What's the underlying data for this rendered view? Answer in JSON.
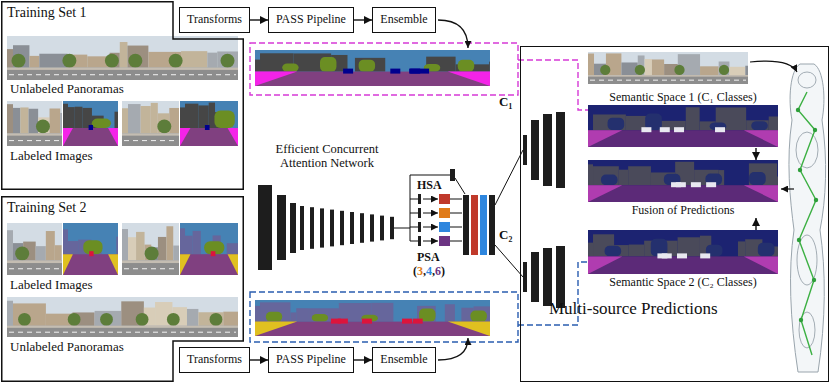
{
  "diagram": {
    "nodes": [
      {
        "text": [
          "Training Set 1"
        ]
      },
      {
        "text": [
          "Transforms"
        ]
      },
      {
        "text": [
          "PASS Pipeline"
        ]
      },
      {
        "text": [
          "Ensemble"
        ]
      },
      {
        "text": [
          "Training Set 2"
        ]
      },
      {
        "text": [
          "Transforms"
        ]
      },
      {
        "text": [
          "PASS Pipeline"
        ]
      },
      {
        "text": [
          "Ensemble"
        ]
      },
      {
        "text": [
          "Multi-source Predictions"
        ]
      },
      {
        "text": [
          "Semantic Space 1 (C₁ Classes)"
        ],
        "in": 8
      },
      {
        "text": [
          "Fusion of Predictions"
        ],
        "in": 8
      },
      {
        "text": [
          "Semantic Space 2 (C₂ Classes)"
        ],
        "in": 8
      }
    ],
    "edges": [
      {
        "from": 1,
        "to": 2,
        "arrow": "to"
      },
      {
        "from": 2,
        "to": 3,
        "arrow": "to"
      },
      {
        "from": 5,
        "to": 6,
        "arrow": "to"
      },
      {
        "from": 6,
        "to": 7,
        "arrow": "to"
      },
      {
        "from": 9,
        "to": 10,
        "arrow": "to"
      },
      {
        "from": 11,
        "to": 10,
        "arrow": "to"
      }
    ],
    "labels": [
      "Unlabeled Panoramas",
      "Labeled Images",
      "Labeled Images",
      "Unlabeled Panoramas",
      "Efficient Concurrent Attention Network",
      "HSA",
      "PSA",
      "(3,4,6)",
      "C₁",
      "C₂"
    ]
  }
}
